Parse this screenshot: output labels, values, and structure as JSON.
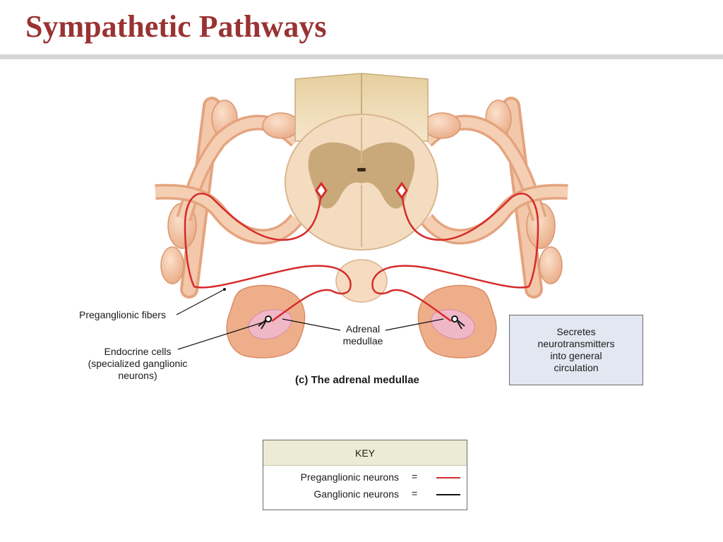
{
  "slide": {
    "title": "Sympathetic Pathways"
  },
  "labels": {
    "preganglionic_fibers": "Preganglionic fibers",
    "adrenal_medullae_line1": "Adrenal",
    "adrenal_medullae_line2": "medullae",
    "endocrine_line1": "Endocrine cells",
    "endocrine_line2": "(specialized ganglionic",
    "endocrine_line3": "neurons)"
  },
  "caption": "(c) The adrenal medullae",
  "info_box": {
    "line1": "Secretes",
    "line2": "neurotransmitters",
    "line3": "into general",
    "line4": "circulation"
  },
  "key": {
    "heading": "KEY",
    "rows": [
      {
        "label": "Preganglionic neurons",
        "equals": "=",
        "color": "#d62b2b"
      },
      {
        "label": "Ganglionic neurons",
        "equals": "=",
        "color": "#111111"
      }
    ]
  },
  "colors": {
    "title": "#993333",
    "tissue": "#f2c4a4",
    "cord": "#f4dec3",
    "gray_matter": "#c9a87a",
    "preganglionic": "#d62b2b",
    "ganglionic": "#111111",
    "info_box_fill": "#e3e7f1"
  }
}
